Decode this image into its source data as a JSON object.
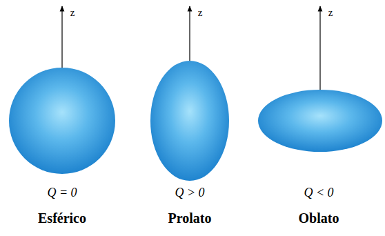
{
  "diagram": {
    "labels": [
      "z",
      "z",
      "z",
      "Q = 0",
      "Esférico",
      "Q > 0",
      "Prolato",
      "Q < 0",
      "Oblato"
    ]
  }
}
